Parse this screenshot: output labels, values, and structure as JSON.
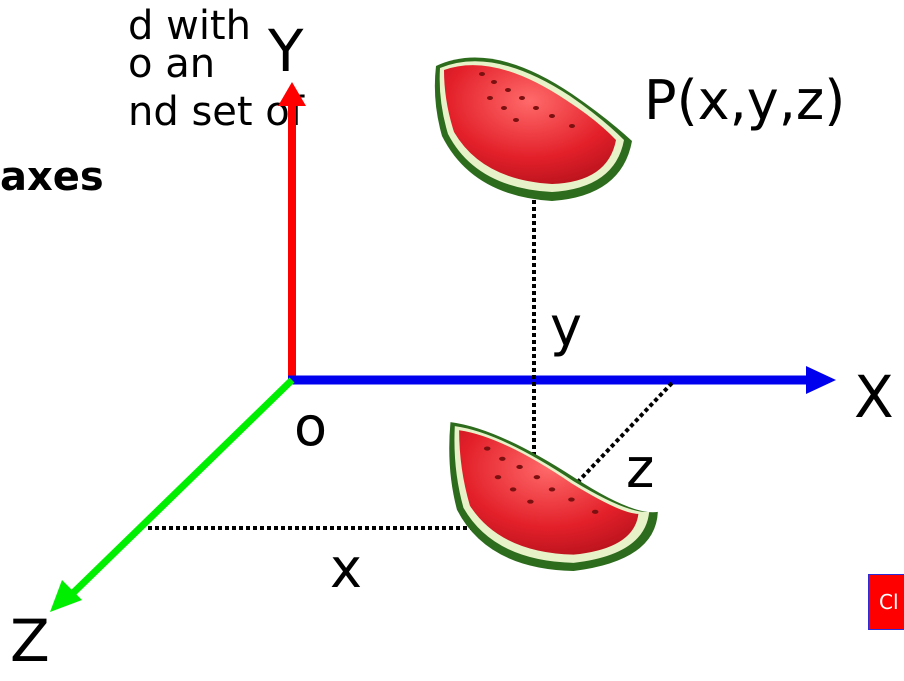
{
  "intro_text": {
    "line1": "d with",
    "line2": "o an",
    "line3": "nd set of",
    "line4": "axes"
  },
  "labels": {
    "y_axis": "Y",
    "x_axis": "X",
    "z_axis": "Z",
    "origin": "o",
    "point": "P(x,y,z)",
    "y_component": "y",
    "x_component": "x",
    "z_component": "z"
  },
  "colors": {
    "y_axis": "#ff0000",
    "x_axis": "#0000ee",
    "z_axis": "#00ee00"
  },
  "button": {
    "label": "Cl"
  },
  "icons": {
    "point_image": "watermelon-slice",
    "projection_image": "watermelon-slice"
  }
}
